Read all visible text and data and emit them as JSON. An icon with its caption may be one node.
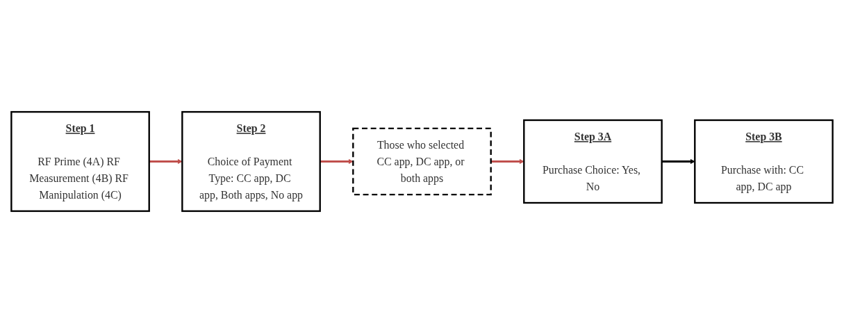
{
  "diagram": {
    "nodes": [
      {
        "text": [
          "Step 1",
          "RF Prime (4A) RF Measurement (4B) RF Manipulation (4C)"
        ]
      },
      {
        "text": [
          "Step 2",
          "Choice of Payment Type: CC app, DC app, Both apps, No app"
        ]
      },
      {
        "text": [
          "Those who selected CC app, DC app, or both apps"
        ]
      },
      {
        "text": [
          "Step 3A",
          "Purchase Choice: Yes, No"
        ]
      },
      {
        "text": [
          "Step 3B",
          "Purchase with: CC app, DC app"
        ]
      }
    ],
    "edges": [
      {
        "from": 0,
        "to": 1,
        "arrow": "to"
      },
      {
        "from": 1,
        "to": 2,
        "arrow": "to"
      },
      {
        "from": 2,
        "to": 3,
        "arrow": "to"
      },
      {
        "from": 3,
        "to": 4,
        "arrow": "to",
        "color": "#000000"
      }
    ]
  }
}
